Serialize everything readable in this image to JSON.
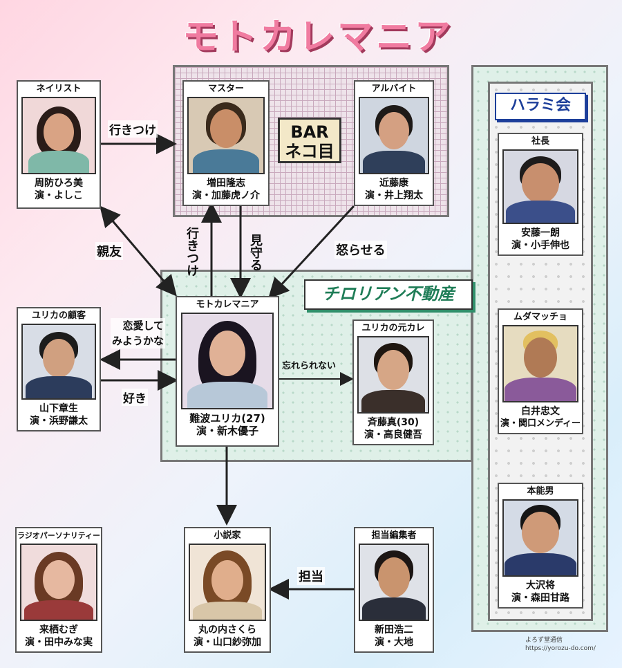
{
  "title": "モトカレマニア",
  "groups": {
    "bar": "BAR\nネコ目",
    "chiro": "チロリアン不動産",
    "harami": "ハラミ会"
  },
  "cards": {
    "nailist": {
      "role": "ネイリスト",
      "name": "周防ひろ美",
      "actor": "演・よしこ"
    },
    "master": {
      "role": "マスター",
      "name": "増田隆志",
      "actor": "演・加藤虎ノ介"
    },
    "arubaito": {
      "role": "アルバイト",
      "name": "近藤康",
      "actor": "演・井上翔太"
    },
    "shacho": {
      "role": "社長",
      "name": "安藤一朗",
      "actor": "演・小手伸也"
    },
    "mudamaccho": {
      "role": "ムダマッチョ",
      "name": "白井忠文",
      "actor": "演・関口メンディー"
    },
    "honnou": {
      "role": "本能男",
      "name": "大沢将",
      "actor": "演・森田甘路"
    },
    "client": {
      "role": "ユリカの顧客",
      "name": "山下章生",
      "actor": "演・浜野謙太"
    },
    "main": {
      "role": "モトカレマニア",
      "name": "難波ユリカ(27)",
      "actor": "演・新木優子"
    },
    "motokare": {
      "role": "ユリカの元カレ",
      "name": "斉藤真(30)",
      "actor": "演・高良健吾"
    },
    "radio": {
      "role": "ラジオパーソナリティー",
      "name": "来栖むぎ",
      "actor": "演・田中みな実"
    },
    "novelist": {
      "role": "小説家",
      "name": "丸の内さくら",
      "actor": "演・山口紗弥加"
    },
    "editor": {
      "role": "担当編集者",
      "name": "新田浩二",
      "actor": "演・大地"
    }
  },
  "relations": {
    "ikitsuke_h": "行きつけ",
    "ikitsuke_v": "行きつけ",
    "mimamoru": "見守る",
    "okoraseru": "怒らせる",
    "shinyu": "親友",
    "renai": "恋愛して\nみようかな",
    "suki": "好き",
    "wasurerarenai": "忘れられない",
    "tanto": "担当"
  },
  "credit": {
    "line1": "よろず堂通信",
    "line2": "https://yorozu-do.com/"
  },
  "colors": {
    "title": "#f07ba0",
    "chiro": "#1f7d57",
    "harami": "#1d3f9a"
  }
}
